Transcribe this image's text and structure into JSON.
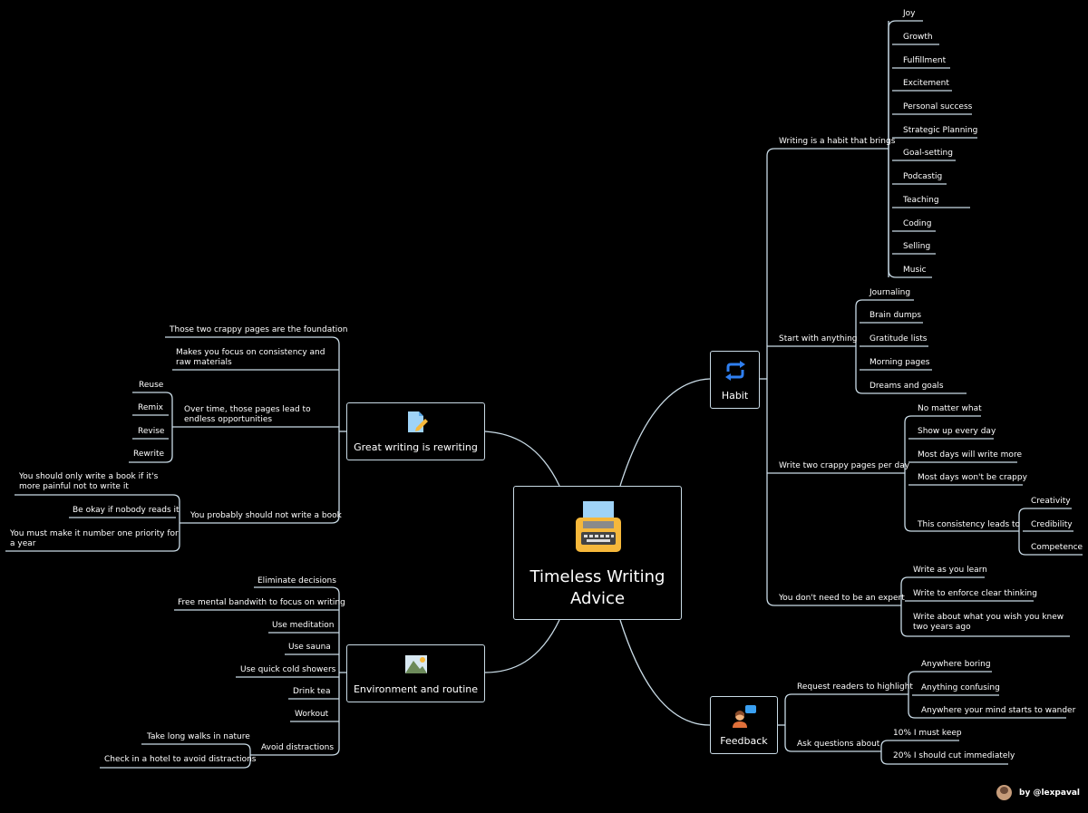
{
  "central": {
    "title_line1": "Timeless Writing",
    "title_line2": "Advice",
    "icon": "typewriter-icon"
  },
  "branches": {
    "habit": {
      "label": "Habit",
      "icon": "repeat-arrows-icon",
      "groups": {
        "brings": {
          "label": "Writing is a habit that brings",
          "items": [
            "Joy",
            "Growth",
            "Fulfillment",
            "Excitement",
            "Personal success",
            "Strategic Planning",
            "Goal-setting",
            "Podcastig",
            "Teaching",
            "Coding",
            "Selling",
            "Music"
          ]
        },
        "start": {
          "label": "Start with anything",
          "items": [
            "Journaling",
            "Brain dumps",
            "Gratitude lists",
            "Morning pages",
            "Dreams and goals"
          ]
        },
        "pages": {
          "label": "Write two crappy pages per day",
          "items": [
            "No matter what",
            "Show up every day",
            "Most days will write more",
            "Most days won't be crappy",
            "This consistency leads to"
          ],
          "leads_to": [
            "Creativity",
            "Credibility",
            "Competence"
          ]
        },
        "expert": {
          "label": "You don't need to be an expert",
          "items": [
            "Write as you learn",
            "Write to enforce clear thinking",
            "Write about what you wish you knew two years ago"
          ]
        }
      }
    },
    "feedback": {
      "label": "Feedback",
      "icon": "person-speech-icon",
      "groups": {
        "highlight": {
          "label": "Request readers to highlight",
          "items": [
            "Anywhere boring",
            "Anything confusing",
            "Anywhere your mind starts to wander"
          ]
        },
        "questions": {
          "label": "Ask questions about",
          "items": [
            "10% I must keep",
            "20% I should cut immediately"
          ]
        }
      }
    },
    "rewriting": {
      "label": "Great writing is rewriting",
      "icon": "document-pencil-icon",
      "groups": {
        "foundation": {
          "label": "Those two crappy pages are the foundation"
        },
        "focus": {
          "label": "Makes you focus on consistency and raw materials"
        },
        "opportunities": {
          "label": "Over time, those pages lead to endless opportunities",
          "items": [
            "Reuse",
            "Remix",
            "Revise",
            "Rewrite"
          ]
        },
        "book": {
          "label": "You probably should not write a book",
          "items": [
            "You should only write a book if it's more painful not to write it",
            "Be okay if nobody reads it",
            "You must make it number one priority for a year"
          ]
        }
      }
    },
    "environment": {
      "label": "Environment and routine",
      "icon": "landscape-icon",
      "items": [
        "Eliminate decisions",
        "Free mental bandwith to focus on writing",
        "Use meditation",
        "Use sauna",
        "Use quick cold showers",
        "Drink tea",
        "Workout"
      ],
      "distractions": {
        "label": "Avoid distractions",
        "items": [
          "Take long walks in nature",
          "Check in a hotel to avoid distractions"
        ]
      }
    }
  },
  "credit": {
    "text": "by @lexpaval",
    "icon": "author-avatar-icon"
  },
  "colors": {
    "background": "#000000",
    "line": "#c9dbe6",
    "text": "#ffffff"
  }
}
